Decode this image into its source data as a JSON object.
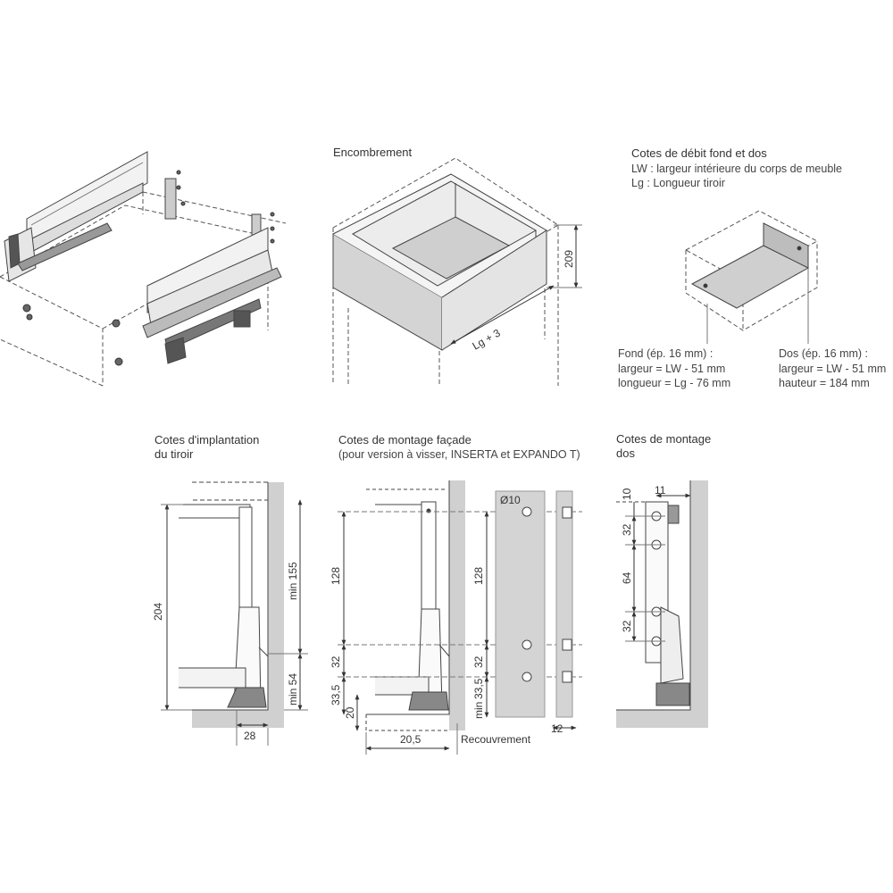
{
  "sections": {
    "encombrement": {
      "title": "Encombrement",
      "dim_height": "209",
      "dim_length": "Lg + 3"
    },
    "cotes_debit": {
      "title": "Cotes de débit fond et dos",
      "lines": [
        "LW : largeur intérieure du corps de meuble",
        "Lg : Longueur tiroir"
      ],
      "fond": [
        "Fond (ép. 16 mm) :",
        "largeur = LW - 51 mm",
        "longueur = Lg - 76 mm"
      ],
      "dos": [
        "Dos (ép. 16 mm) :",
        "largeur = LW - 51 mm",
        "hauteur = 184 mm"
      ]
    },
    "implantation": {
      "title": [
        "Cotes d'implantation",
        "du tiroir"
      ],
      "dims": {
        "height": "204",
        "min_top": "min 155",
        "min_bottom": "min 54",
        "width": "28"
      }
    },
    "facade": {
      "title": "Cotes de montage façade",
      "subtitle": "(pour version à visser, INSERTA et EXPANDO T)",
      "dims": {
        "left_128": "128",
        "left_32": "32",
        "left_33_5": "33,5",
        "left_20": "20",
        "bottom_20_5": "20,5",
        "recouvrement": "Recouvrement",
        "hole": "Ø10",
        "right_128": "128",
        "right_32": "32",
        "right_33_5": "33,5",
        "min": "min",
        "thickness": "12"
      }
    },
    "dos": {
      "title": [
        "Cotes de montage",
        "dos"
      ],
      "dims": {
        "top_10": "10",
        "width_11": "11",
        "d32a": "32",
        "d64": "64",
        "d32b": "32"
      }
    }
  }
}
